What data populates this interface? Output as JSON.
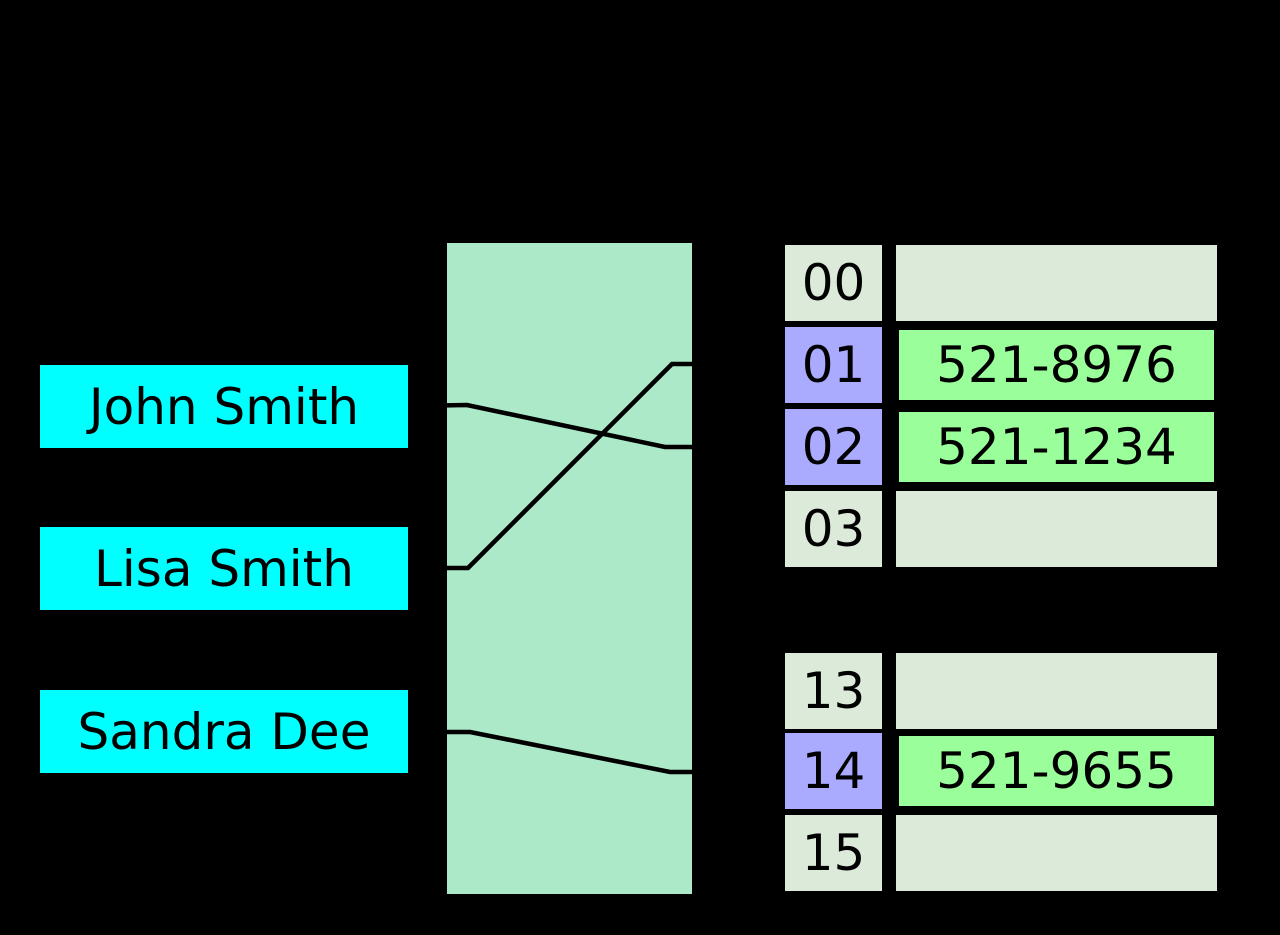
{
  "diagram": {
    "kind": "hash-table-mapping",
    "description": "Keys mapped through a hash function to bucket indices with stored phone numbers"
  },
  "keys": [
    {
      "label": "John Smith",
      "maps_to_index": "02"
    },
    {
      "label": "Lisa Smith",
      "maps_to_index": "01"
    },
    {
      "label": "Sandra Dee",
      "maps_to_index": "14"
    }
  ],
  "buckets": {
    "upper": [
      {
        "index": "00",
        "value": "",
        "highlighted": false
      },
      {
        "index": "01",
        "value": "521-8976",
        "highlighted": true
      },
      {
        "index": "02",
        "value": "521-1234",
        "highlighted": true
      },
      {
        "index": "03",
        "value": "",
        "highlighted": false
      }
    ],
    "lower": [
      {
        "index": "13",
        "value": "",
        "highlighted": false
      },
      {
        "index": "14",
        "value": "521-9655",
        "highlighted": true
      },
      {
        "index": "15",
        "value": "",
        "highlighted": false
      }
    ]
  },
  "colors": {
    "background": "#000000",
    "key_fill": "#00ffff",
    "hash_fill": "#abe9c9",
    "index_highlight_fill": "#aaaaff",
    "cell_empty_fill": "#dcead9",
    "value_filled_fill": "#9aff9a",
    "line_color": "#000000",
    "text_color": "#000000"
  }
}
